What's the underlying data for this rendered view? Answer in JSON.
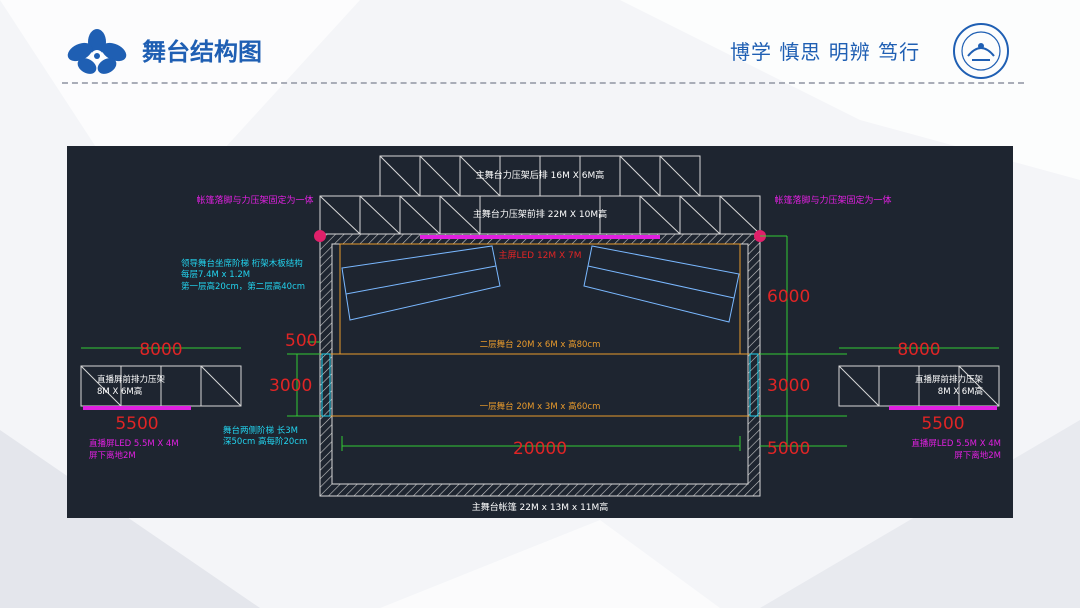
{
  "header": {
    "title": "舞台结构图",
    "motto": "博学 慎思 明辨 笃行"
  },
  "diagram": {
    "rear_truss": "主舞台力压架后排 16M X 6M高",
    "front_truss": "主舞台力压架前排 22M X 10M高",
    "tent_left_note": "帐篷落脚与力压架固定为一体",
    "tent_right_note": "帐篷落脚与力压架固定为一体",
    "main_led": "主屏LED 12M X 7M",
    "leader_seats": [
      "领导舞台坐席阶梯 桁架木板结构",
      "每层7.4M x 1.2M",
      "第一层高20cm，第二层高40cm"
    ],
    "dim_6000": "6000",
    "dim_500": "500",
    "dim_3000_left": "3000",
    "dim_3000_right": "3000",
    "dim_20000": "20000",
    "dim_5000": "5000",
    "stage_level2": "二层舞台 20M x 6M x 高80cm",
    "stage_level1": "一层舞台 20M x 3M x 高60cm",
    "side_steps": [
      "舞台两侧阶梯 长3M",
      "深50cm 高每阶20cm"
    ],
    "main_tent": "主舞台帐篷 22M x 13M x 11M高",
    "left_screen": {
      "dim_top": "8000",
      "truss_label": [
        "直播屏前排力压架",
        "8M X 6M高"
      ],
      "dim_bottom": "5500",
      "led_label": [
        "直播屏LED 5.5M X 4M",
        "屏下离地2M"
      ]
    },
    "right_screen": {
      "dim_top": "8000",
      "truss_label": [
        "直播屏前排力压架",
        "8M X 6M高"
      ],
      "dim_bottom": "5500",
      "led_label": [
        "直播屏LED 5.5M X 4M",
        "屏下离地2M"
      ]
    }
  },
  "colors": {
    "brand_blue": "#1f5fb3",
    "cad_bg": "#1e2530",
    "magenta": "#e020e0",
    "dim_red": "#e02525",
    "dim_green": "#33cc33",
    "cyan": "#22d3ee",
    "orange": "#e89a2c"
  }
}
